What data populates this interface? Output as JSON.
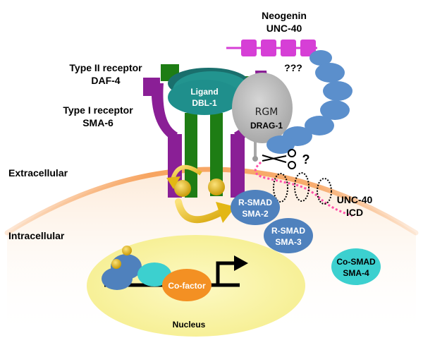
{
  "labels": {
    "neogenin": "Neogenin",
    "unc40": "UNC-40",
    "unknown": "???",
    "type2_title": "Type II receptor",
    "type2_name": "DAF-4",
    "type1_title": "Type I receptor",
    "type1_name": "SMA-6",
    "ligand_title": "Ligand",
    "ligand_name": "DBL-1",
    "rgm_title": "RGM",
    "rgm_name": "DRAG-1",
    "cleavage_mark": "?",
    "extracellular": "Extracellular",
    "intracellular": "Intracellular",
    "rsmad1_title": "R-SMAD",
    "rsmad1_name": "SMA-2",
    "rsmad2_title": "R-SMAD",
    "rsmad2_name": "SMA-3",
    "cosmad_title": "Co-SMAD",
    "cosmad_name": "SMA-4",
    "icd_title": "UNC-40",
    "icd_name": "ICD",
    "cofactor": "Co-factor",
    "nucleus": "Nucleus"
  },
  "colors": {
    "membrane": "#f7a460",
    "type1_receptor": "#8a1f96",
    "type2_receptor": "#1e7d14",
    "ligand": "#1f8f8c",
    "rgm": "#b9b9b9",
    "neogenin_fn3": "#d63fd6",
    "neogenin_ig": "#5b8fcc",
    "smad": "#4f81bd",
    "cosmad": "#3cd0cf",
    "nucleus": "#fbf5a6",
    "cofactor": "#f39023",
    "phosphate": "#e3b714"
  }
}
